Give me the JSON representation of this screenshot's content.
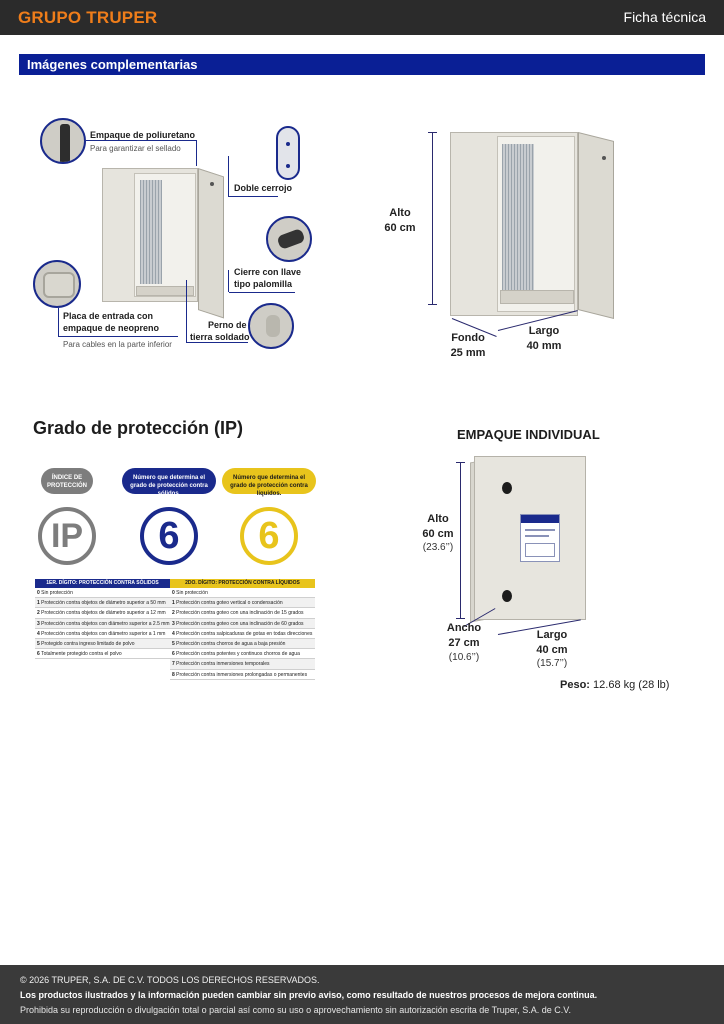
{
  "header": {
    "brand": "GRUPO TRUPER",
    "sheet_title": "Ficha técnica"
  },
  "section": {
    "title": "Imágenes complementarias"
  },
  "features": {
    "empaque_title": "Empaque de poliuretano",
    "empaque_sub": "Para garantizar el sellado",
    "doble_cerrojo": "Doble cerrojo",
    "cierre_line1": "Cierre con llave",
    "cierre_line2": "tipo palomilla",
    "placa_line1": "Placa de entrada con",
    "placa_line2": "empaque de neopreno",
    "placa_sub": "Para cables en la parte inferior",
    "perno_line1": "Perno de",
    "perno_line2": "tierra soldado"
  },
  "dimensions": {
    "alto_label": "Alto",
    "alto_value": "60 cm",
    "fondo_label": "Fondo",
    "fondo_value": "25 mm",
    "largo_label": "Largo",
    "largo_value": "40 mm"
  },
  "ip": {
    "title": "Grado de protección (IP)",
    "index_pill": "ÍNDICE DE PROTECCIÓN",
    "solids_pill": "Número que determina el grado de protección contra sólidos.",
    "liquids_pill": "Número que determina el grado de protección contra líquidos.",
    "code_prefix": "IP",
    "solid_digit": "6",
    "liquid_digit": "6",
    "colors": {
      "gray": "#7d7d7d",
      "navy": "#1a2a8c",
      "yellow": "#e8c41c"
    },
    "table": {
      "solids_header": "1ER. DÍGITO: PROTECCIÓN CONTRA SÓLIDOS",
      "liquids_header": "2DO. DÍGITO: PROTECCIÓN CONTRA LÍQUIDOS",
      "solids": [
        {
          "n": "0",
          "text": "Sin protección"
        },
        {
          "n": "1",
          "text": "Protección contra objetos de diámetro superior a 50 mm"
        },
        {
          "n": "2",
          "text": "Protección contra objetos de diámetro superior a 12 mm"
        },
        {
          "n": "3",
          "text": "Protección contra objetos con diámetro superior a 2.5 mm"
        },
        {
          "n": "4",
          "text": "Protección contra objetos con diámetro superior a 1 mm"
        },
        {
          "n": "5",
          "text": "Protegido contra ingreso limitado de polvo"
        },
        {
          "n": "6",
          "text": "Totalmente protegido contra el polvo"
        }
      ],
      "liquids": [
        {
          "n": "0",
          "text": "Sin protección"
        },
        {
          "n": "1",
          "text": "Protección contra goteo vertical o condensación"
        },
        {
          "n": "2",
          "text": "Protección contra goteo con una inclinación de 15 grados"
        },
        {
          "n": "3",
          "text": "Protección contra goteo con una inclinación de 60 grados"
        },
        {
          "n": "4",
          "text": "Protección contra salpicaduras de gotas en todas direcciones"
        },
        {
          "n": "5",
          "text": "Protección contra chorros de agua a baja presión"
        },
        {
          "n": "6",
          "text": "Protección contra potentes y continuos chorros de agua"
        },
        {
          "n": "7",
          "text": "Protección contra inmersiones temporales"
        },
        {
          "n": "8",
          "text": "Protección contra inmersiones prolongadas o permanentes"
        }
      ]
    }
  },
  "package": {
    "title": "EMPAQUE INDIVIDUAL",
    "alto_label": "Alto",
    "alto_value": "60 cm",
    "alto_in": "(23.6’’)",
    "ancho_label": "Ancho",
    "ancho_value": "27 cm",
    "ancho_in": "(10.6’’)",
    "largo_label": "Largo",
    "largo_value": "40 cm",
    "largo_in": "(15.7’’)",
    "peso_label": "Peso:",
    "peso_value": "12.68 kg (28 lb)"
  },
  "footer": {
    "copyright": "© 2026 TRUPER, S.A. DE C.V. TODOS LOS DERECHOS RESERVADOS.",
    "notice": "Los productos ilustrados y la información pueden cambiar sin previo aviso, como resultado de nuestros procesos de mejora continua.",
    "prohibition": "Prohibida su reproducción o divulgación total o parcial así como su uso o aprovechamiento sin autorización escrita de Truper, S.A. de C.V."
  }
}
